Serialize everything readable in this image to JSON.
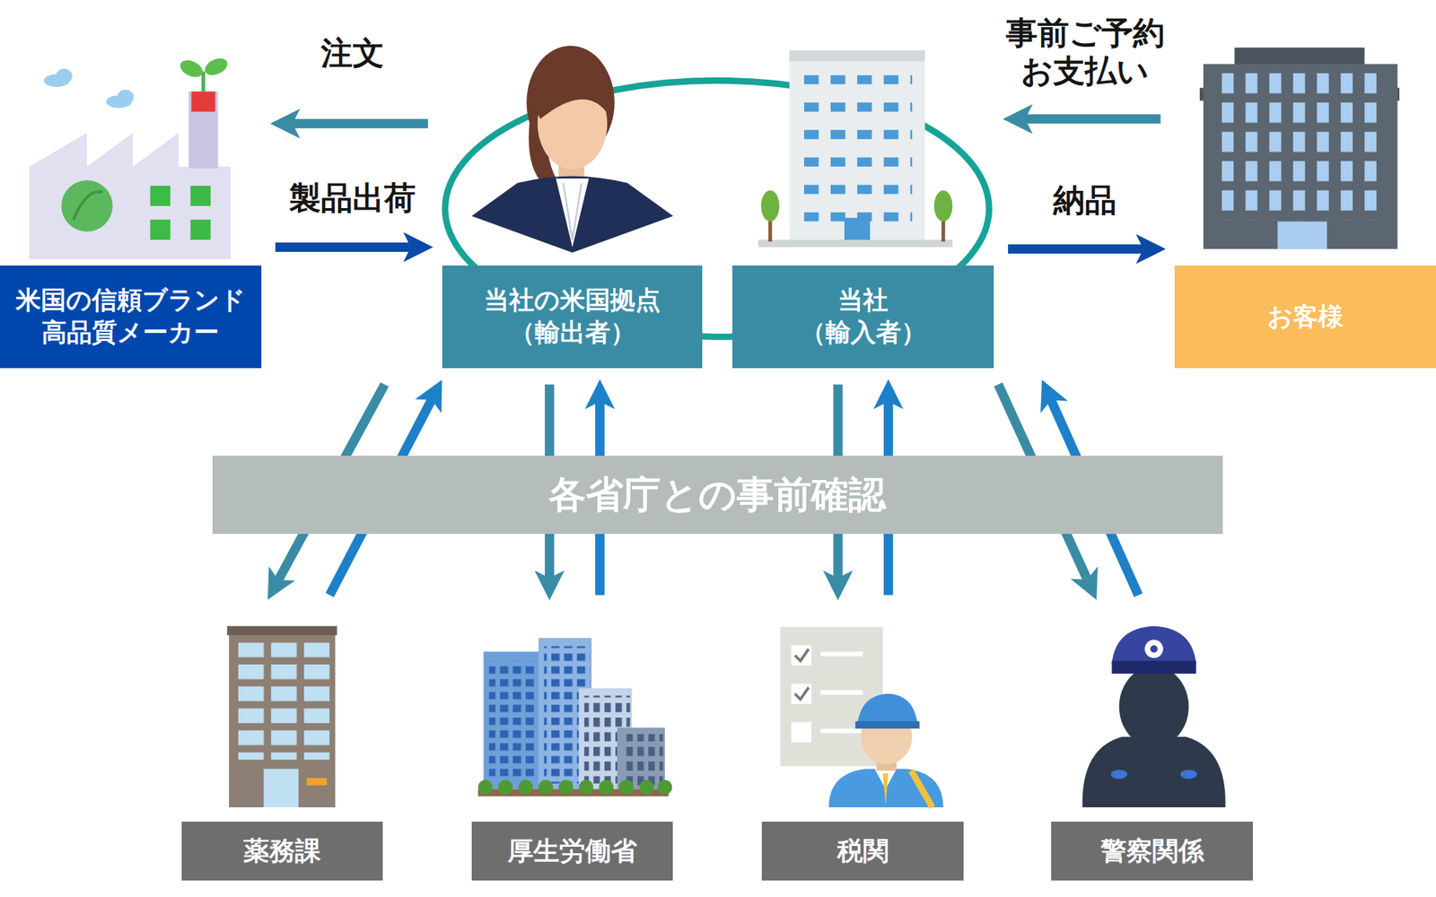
{
  "diagram": {
    "nodes": [
      {
        "text": [
          "米国の信頼ブランド 高品質メーカー"
        ]
      },
      {
        "text": [
          "当社の米国拠点 （輸出者）"
        ]
      },
      {
        "text": [
          "当社 （輸入者）"
        ]
      },
      {
        "text": [
          "お客様"
        ]
      },
      {
        "text": [
          "各省庁との事前確認"
        ]
      },
      {
        "text": [
          "薬務課"
        ]
      },
      {
        "text": [
          "厚生労働省"
        ]
      },
      {
        "text": [
          "税関"
        ]
      },
      {
        "text": [
          "警察関係"
        ]
      }
    ],
    "edges": [
      {
        "from": 1,
        "to": 0,
        "label": "注文",
        "arrow": "to"
      },
      {
        "from": 0,
        "to": 1,
        "label": "製品出荷",
        "arrow": "to"
      },
      {
        "from": 3,
        "to": 2,
        "label": "事前ご予約 お支払い",
        "arrow": "to"
      },
      {
        "from": 2,
        "to": 3,
        "label": "納品",
        "arrow": "to"
      },
      {
        "from": 1,
        "to": 5,
        "arrow": "to"
      },
      {
        "from": 5,
        "to": 1,
        "arrow": "to"
      },
      {
        "from": 1,
        "to": 6,
        "arrow": "to"
      },
      {
        "from": 6,
        "to": 1,
        "arrow": "to"
      },
      {
        "from": 2,
        "to": 7,
        "arrow": "to"
      },
      {
        "from": 7,
        "to": 2,
        "arrow": "to"
      },
      {
        "from": 2,
        "to": 8,
        "arrow": "to"
      },
      {
        "from": 8,
        "to": 2,
        "arrow": "to"
      }
    ]
  }
}
